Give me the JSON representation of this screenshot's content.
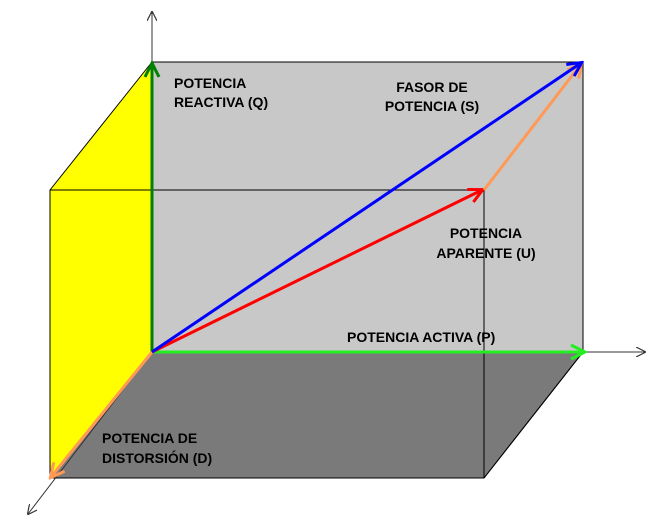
{
  "labels": {
    "reactive_line1": "POTENCIA",
    "reactive_line2": "REACTIVA (Q)",
    "phasor_line1": "FASOR DE",
    "phasor_line2": "POTENCIA (S)",
    "apparent_line1": "POTENCIA",
    "apparent_line2": "APARENTE (U)",
    "active": "POTENCIA ACTIVA (P)",
    "distortion_line1": "POTENCIA DE",
    "distortion_line2": "DISTORSIÓN (D)"
  },
  "colors": {
    "face_left": "#ffff00",
    "face_back": "#c8c8c8",
    "face_bottom": "#7a7a7a",
    "edges": "#000000",
    "reactive_q": "#008000",
    "active_p": "#22ee22",
    "apparent_u": "#ff0000",
    "phasor_s": "#0000ff",
    "distortion_d": "#ff9955"
  }
}
